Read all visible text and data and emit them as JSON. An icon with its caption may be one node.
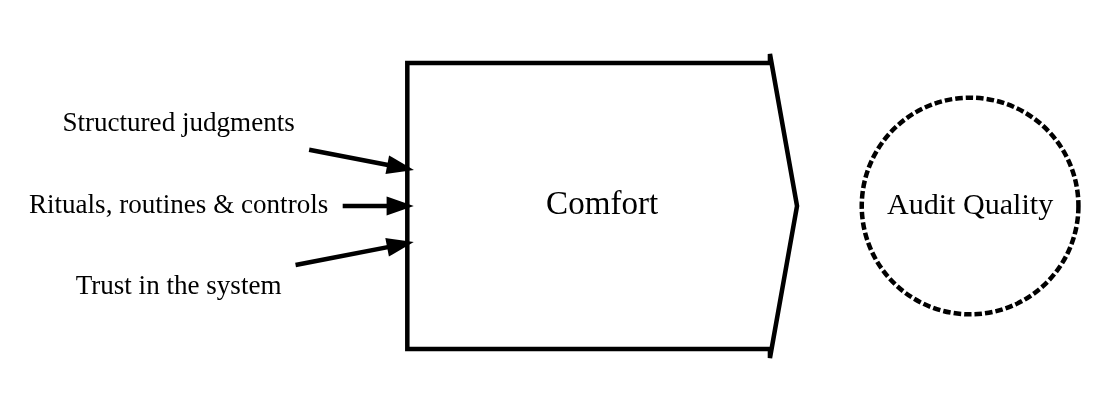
{
  "diagram": {
    "nodes": [
      {
        "text": [
          "Structured judgments"
        ]
      },
      {
        "text": [
          "Rituals, routines & controls"
        ]
      },
      {
        "text": [
          "Trust in the system"
        ]
      },
      {
        "text": [
          "Comfort"
        ]
      },
      {
        "text": [
          "Audit Quality"
        ]
      }
    ],
    "edges": [
      {
        "from": 0,
        "to": 3,
        "arrow": "to"
      },
      {
        "from": 1,
        "to": 3,
        "arrow": "to"
      },
      {
        "from": 2,
        "to": 3,
        "arrow": "to"
      }
    ]
  }
}
